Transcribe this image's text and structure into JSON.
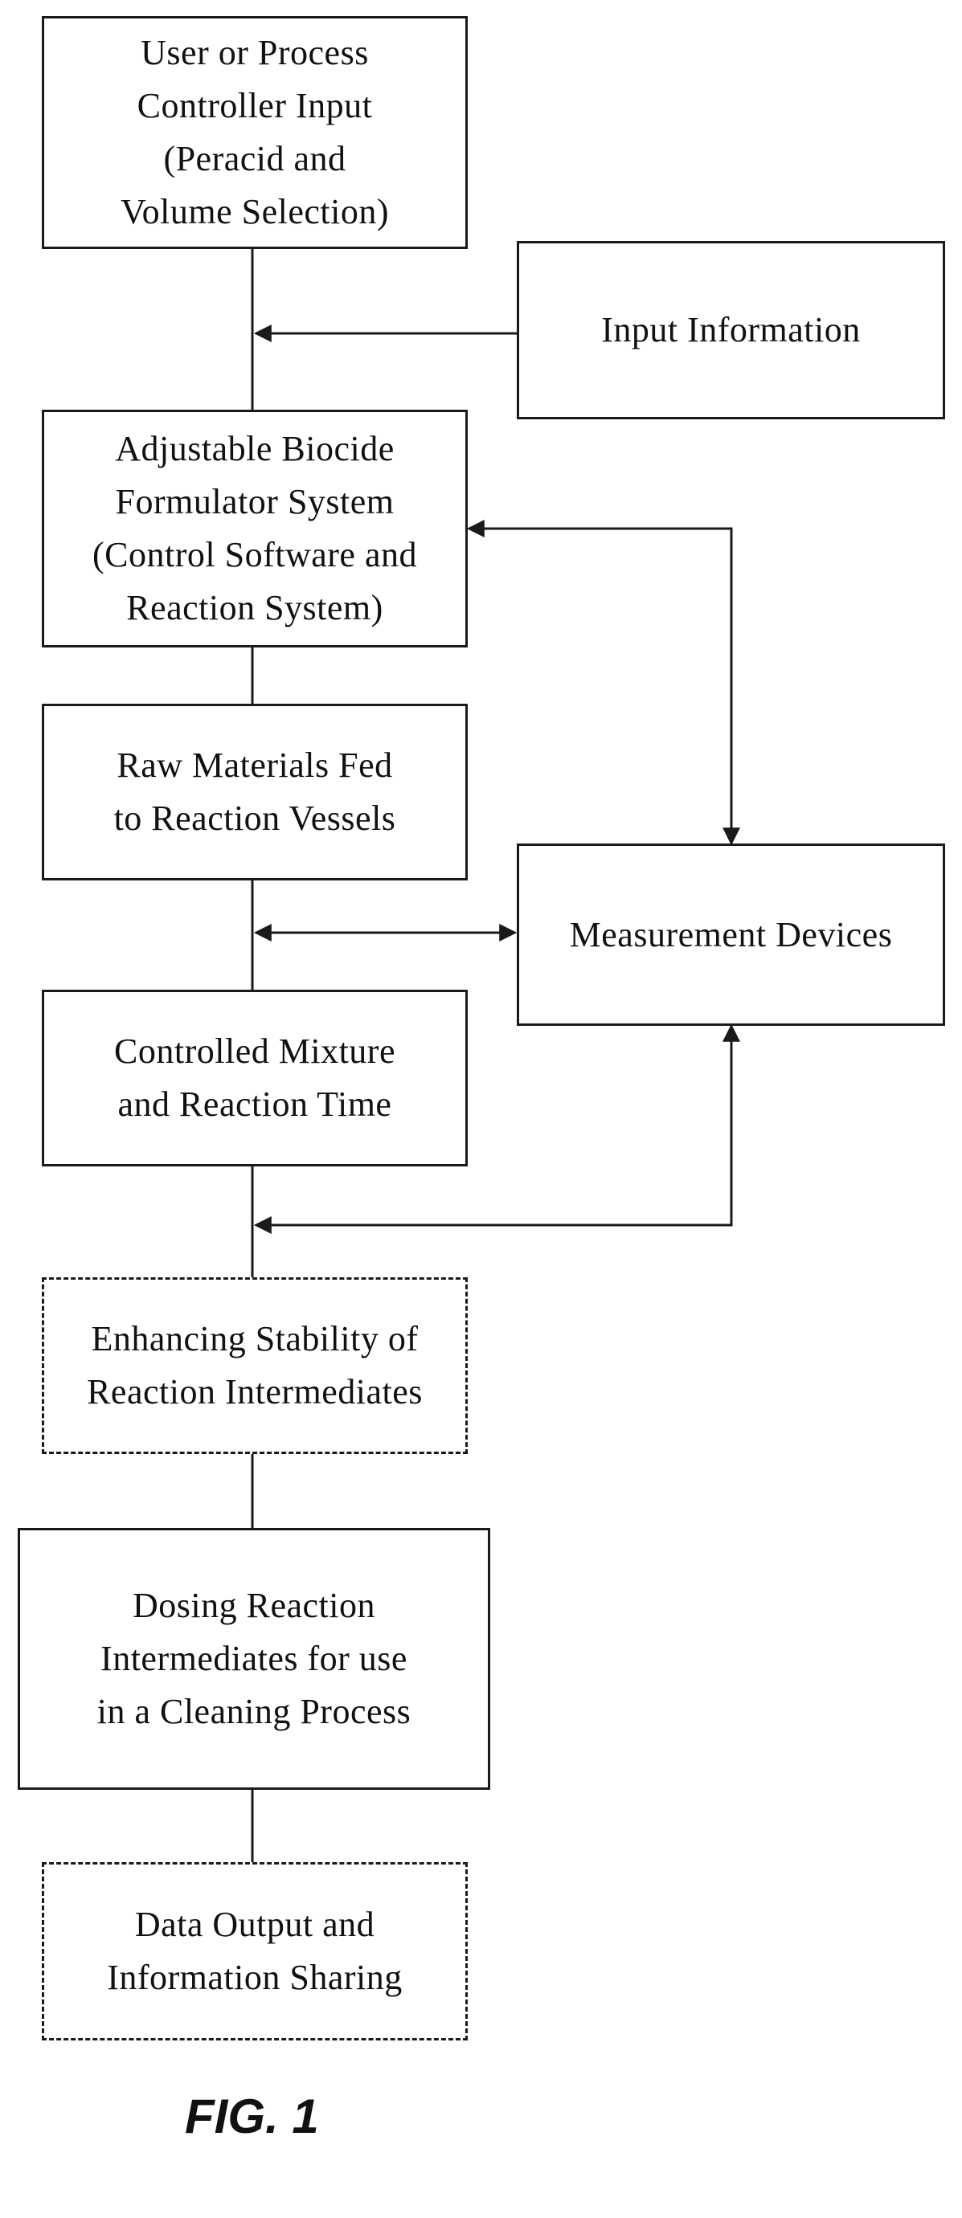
{
  "boxes": {
    "user_input": [
      "User or Process",
      "Controller Input",
      "(Peracid and",
      "Volume Selection)"
    ],
    "input_information": [
      "Input Information"
    ],
    "formulator": [
      "Adjustable Biocide",
      "Formulator System",
      "(Control Software and",
      "Reaction System)"
    ],
    "raw_materials": [
      "Raw Materials Fed",
      "to Reaction Vessels"
    ],
    "measurement_devices": [
      "Measurement Devices"
    ],
    "controlled_mixture": [
      "Controlled Mixture",
      "and Reaction Time"
    ],
    "enhancing_stability": [
      "Enhancing Stability of",
      "Reaction Intermediates"
    ],
    "dosing": [
      "Dosing Reaction",
      "Intermediates for use",
      "in a Cleaning Process"
    ],
    "data_output": [
      "Data Output and",
      "Information Sharing"
    ]
  },
  "figure_label": "FIG. 1",
  "line_color": "#1a1a1a"
}
